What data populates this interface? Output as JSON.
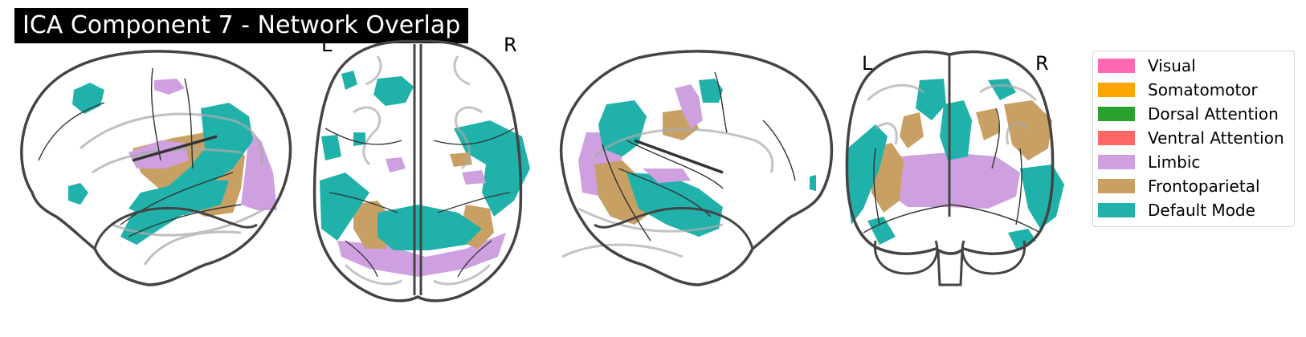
{
  "title": "ICA Component 7 - Network Overlap",
  "orientation": {
    "axial_left": "L",
    "axial_right": "R",
    "coronal_left": "L",
    "coronal_right": "R"
  },
  "legend": [
    {
      "label": "Visual",
      "color": "#ff69b4"
    },
    {
      "label": "Somatomotor",
      "color": "#ffa500"
    },
    {
      "label": "Dorsal Attention",
      "color": "#2ca02c"
    },
    {
      "label": "Ventral Attention",
      "color": "#ff6666"
    },
    {
      "label": "Limbic",
      "color": "#cfa0e0"
    },
    {
      "label": "Frontoparietal",
      "color": "#c8a064"
    },
    {
      "label": "Default Mode",
      "color": "#20b2aa"
    }
  ],
  "views": [
    "left-sagittal",
    "axial",
    "right-sagittal",
    "coronal"
  ]
}
